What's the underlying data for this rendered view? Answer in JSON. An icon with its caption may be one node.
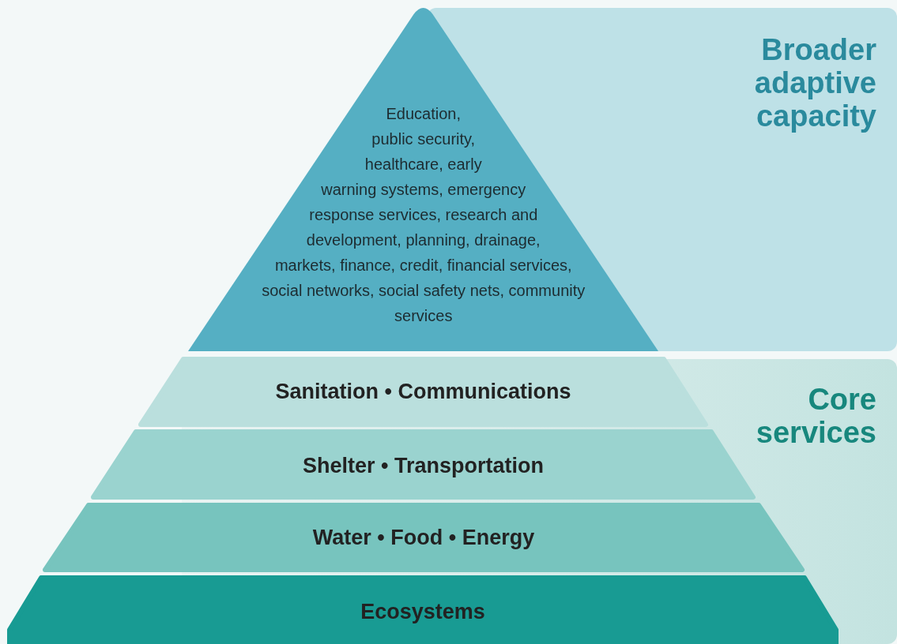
{
  "diagram": {
    "nodes": [
      {
        "text": [
          "Broader adaptive capacity"
        ]
      },
      {
        "text": [
          "Core services"
        ]
      },
      {
        "text": [
          "Education, public security, healthcare, early warning systems, emergency response services, research and development, planning, drainage, markets, finance, credit, financial services, social networks, social safety nets, community services"
        ]
      },
      {
        "text": [
          "Sanitation • Communications"
        ]
      },
      {
        "text": [
          "Shelter • Transportation"
        ]
      },
      {
        "text": [
          "Water • Food • Energy"
        ]
      },
      {
        "text": [
          "Ecosystems"
        ]
      }
    ]
  }
}
